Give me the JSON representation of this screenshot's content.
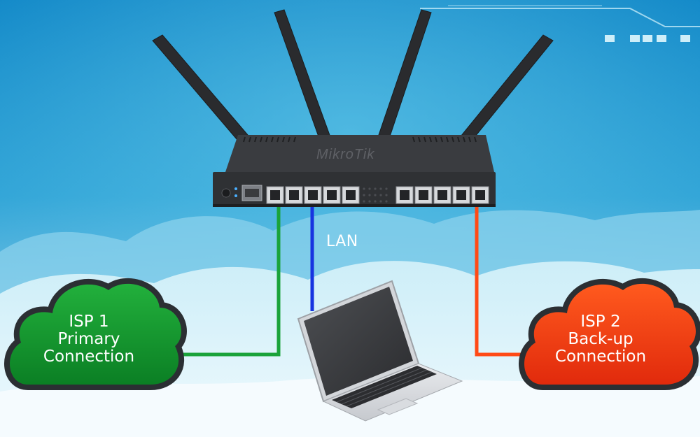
{
  "colors": {
    "primary_link": "#1aa33a",
    "lan_link": "#1734e0",
    "backup_link": "#ff4a16",
    "cloud_primary": "#129b2e",
    "cloud_backup": "#f03a14",
    "router_body": "#2f3134",
    "sky_top": "#1389c8",
    "sky_bottom": "#eaf6fb"
  },
  "icons": {
    "router": "router-icon",
    "laptop": "laptop-icon",
    "cloud": "cloud-icon"
  },
  "router": {
    "brand": "MikroTik"
  },
  "links": {
    "lan_label": "LAN"
  },
  "isp1": {
    "line1": "ISP 1",
    "line2": "Primary",
    "line3": "Connection"
  },
  "isp2": {
    "line1": "ISP 2",
    "line2": "Back-up",
    "line3": "Connection"
  }
}
